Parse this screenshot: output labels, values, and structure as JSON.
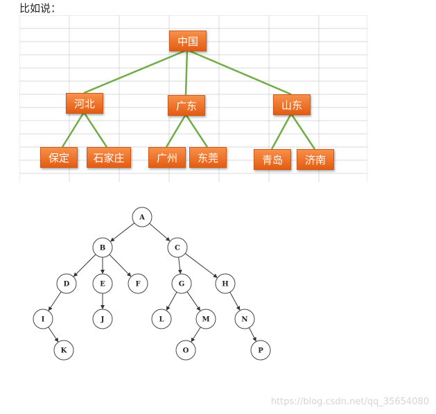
{
  "intro_text": "比如说：",
  "org_chart": {
    "root": "中国",
    "provinces": [
      {
        "name": "河北",
        "cities": [
          "保定",
          "石家庄"
        ]
      },
      {
        "name": "广东",
        "cities": [
          "广州",
          "东莞"
        ]
      },
      {
        "name": "山东",
        "cities": [
          "青岛",
          "济南"
        ]
      }
    ],
    "box_color": "#ef7021",
    "line_color": "#70ad47",
    "grid_color": "#d9d9d9"
  },
  "binary_tree": {
    "nodes": [
      "A",
      "B",
      "C",
      "D",
      "E",
      "F",
      "G",
      "H",
      "I",
      "J",
      "K",
      "L",
      "M",
      "N",
      "O",
      "P"
    ],
    "edges": [
      [
        "A",
        "B"
      ],
      [
        "A",
        "C"
      ],
      [
        "B",
        "D"
      ],
      [
        "B",
        "E"
      ],
      [
        "B",
        "F"
      ],
      [
        "C",
        "G"
      ],
      [
        "C",
        "H"
      ],
      [
        "D",
        "I"
      ],
      [
        "E",
        "J"
      ],
      [
        "I",
        "K"
      ],
      [
        "G",
        "L"
      ],
      [
        "G",
        "M"
      ],
      [
        "M",
        "O"
      ],
      [
        "H",
        "N"
      ],
      [
        "N",
        "P"
      ]
    ]
  },
  "watermark": "https://blog.csdn.net/qq_35654080"
}
